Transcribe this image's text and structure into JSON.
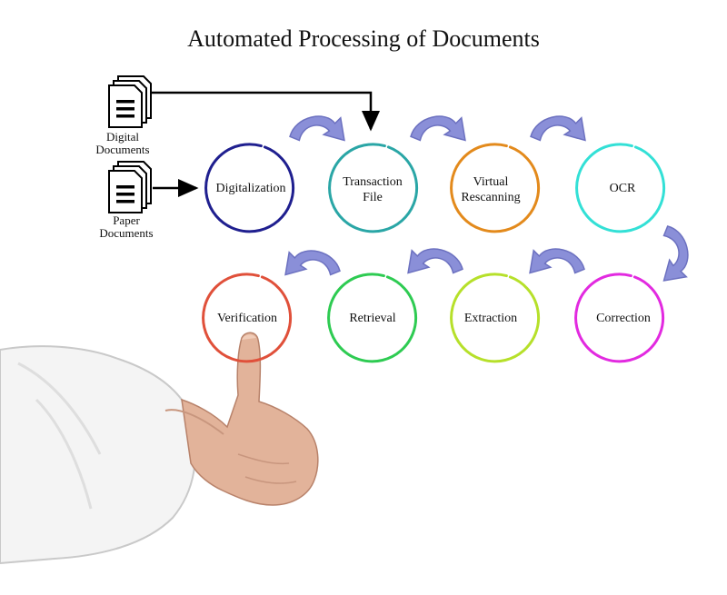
{
  "title": "Automated Processing of Documents",
  "sources": [
    {
      "label_line1": "Digital",
      "label_line2": "Documents",
      "icon": "documents-stack-icon"
    },
    {
      "label_line1": "Paper",
      "label_line2": "Documents",
      "icon": "documents-stack-icon"
    }
  ],
  "steps": [
    {
      "label": "Digitalization",
      "color": "#1f1f8f"
    },
    {
      "label": "Transaction File",
      "color": "#2aa6a6"
    },
    {
      "label": "Virtual Rescanning",
      "color": "#e38a1c"
    },
    {
      "label": "OCR",
      "color": "#33e0d6"
    },
    {
      "label": "Correction",
      "color": "#e22ae0"
    },
    {
      "label": "Extraction",
      "color": "#b6e02a"
    },
    {
      "label": "Retrieval",
      "color": "#2ecb52"
    },
    {
      "label": "Verification",
      "color": "#e0503a"
    }
  ],
  "colors": {
    "arrow_fill": "#8a8fd8",
    "arrow_stroke": "#6c71c0",
    "connector": "#000000"
  },
  "background_image": "hand-pointing-image"
}
